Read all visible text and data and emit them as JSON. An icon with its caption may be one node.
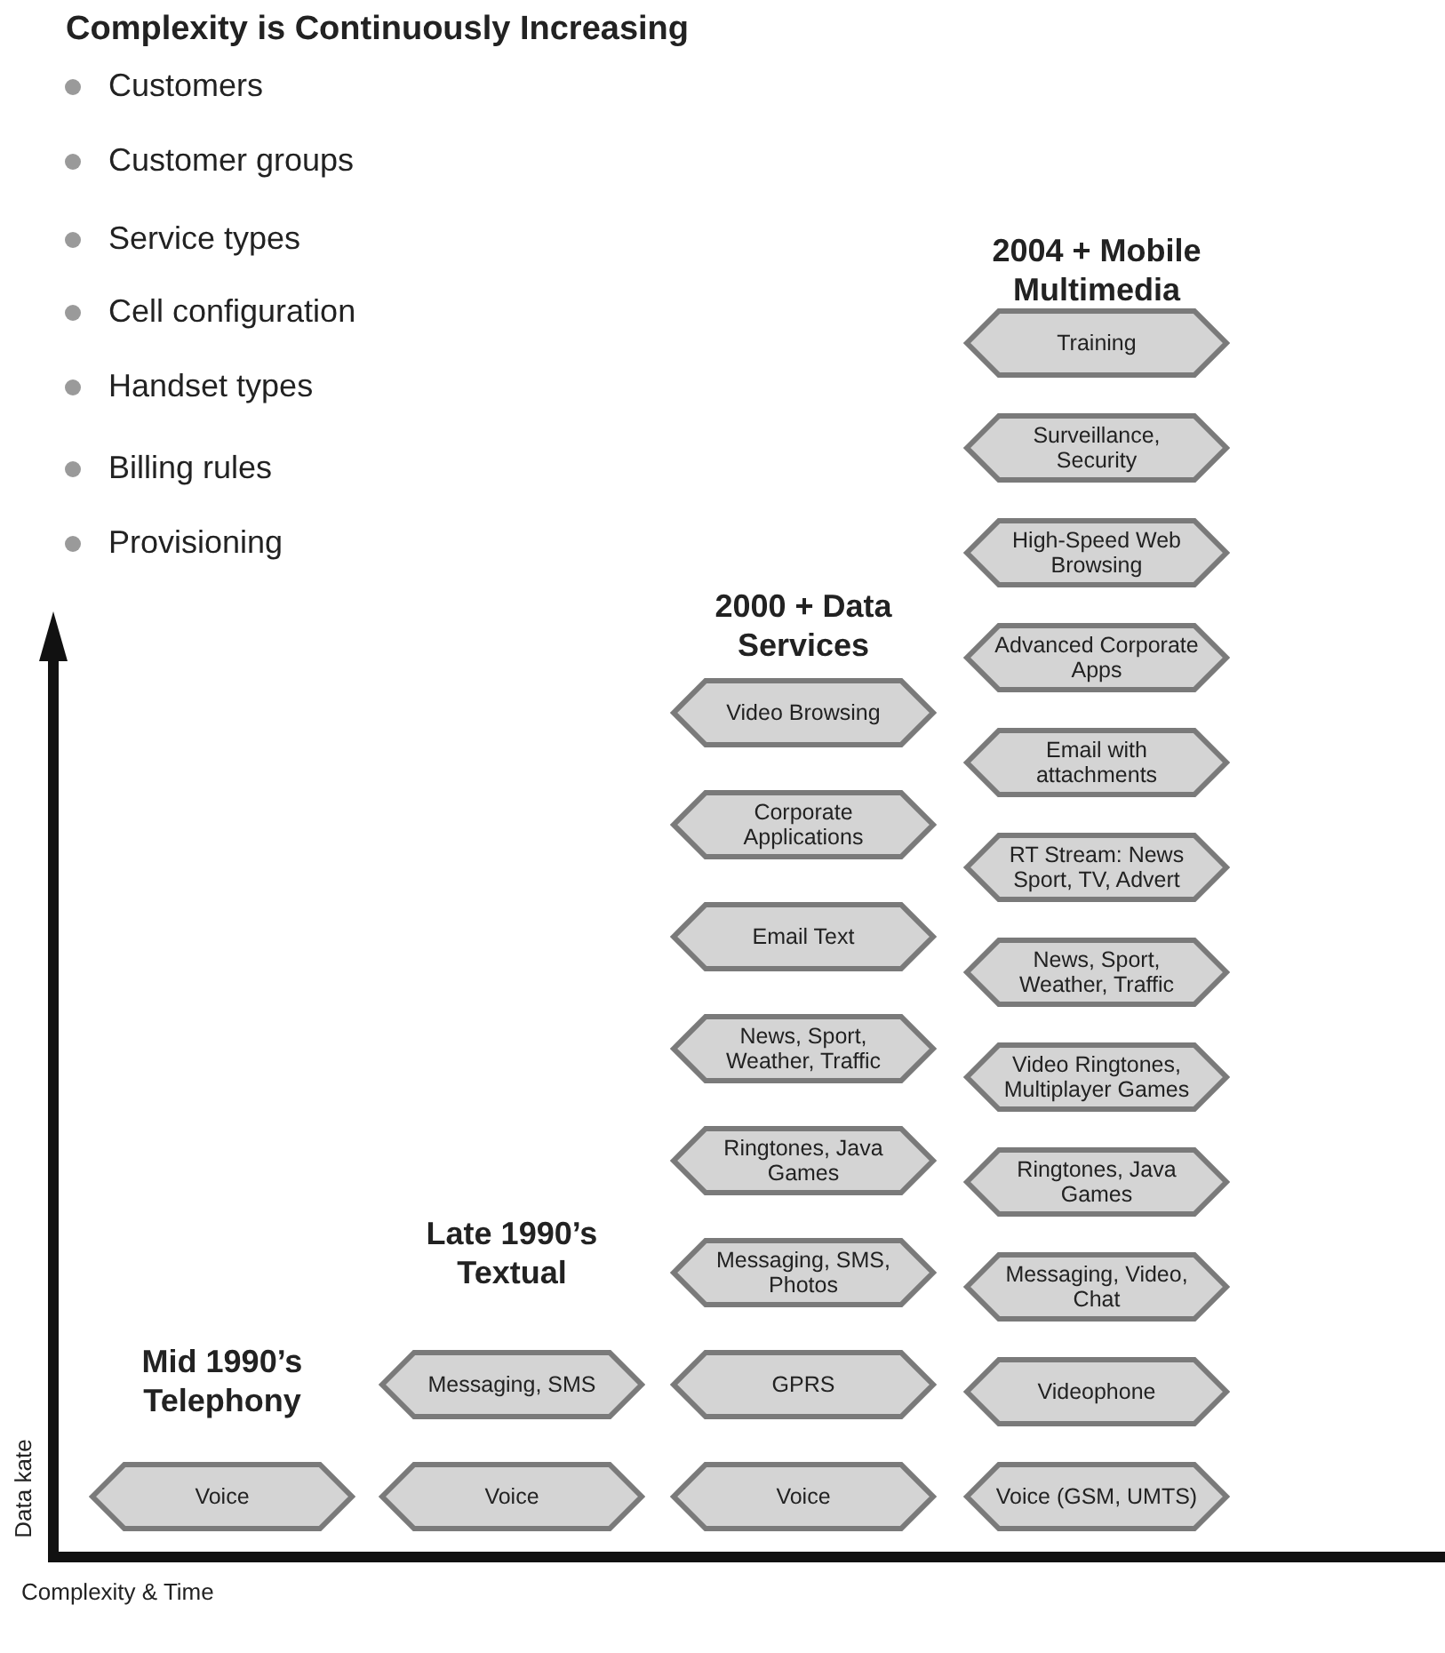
{
  "diagram": {
    "title": "Complexity is Continuously Increasing",
    "nodes": [
      {
        "text": [
          "Voice"
        ]
      },
      {
        "text": [
          "Messaging, SMS"
        ]
      },
      {
        "text": [
          "Voice"
        ]
      },
      {
        "text": [
          "Video Browsing"
        ]
      },
      {
        "text": [
          "Corporate Applications"
        ]
      },
      {
        "text": [
          "Email Text"
        ]
      },
      {
        "text": [
          "News, Sport, Weather, Traffic"
        ]
      },
      {
        "text": [
          "Ringtones, Java Games"
        ]
      },
      {
        "text": [
          "Messaging, SMS, Photos"
        ]
      },
      {
        "text": [
          "GPRS"
        ]
      },
      {
        "text": [
          "Voice"
        ]
      },
      {
        "text": [
          "Training"
        ]
      },
      {
        "text": [
          "Surveillance, Security"
        ]
      },
      {
        "text": [
          "High-Speed Web Browsing"
        ]
      },
      {
        "text": [
          "Advanced Corporate Apps"
        ]
      },
      {
        "text": [
          "Email with attachments"
        ]
      },
      {
        "text": [
          "RT Stream: News Sport, TV, Advert"
        ]
      },
      {
        "text": [
          "News, Sport, Weather, Traffic"
        ]
      },
      {
        "text": [
          "Video Ringtones, Multiplayer Games"
        ]
      },
      {
        "text": [
          "Ringtones, Java Games"
        ]
      },
      {
        "text": [
          "Messaging, Video, Chat"
        ]
      },
      {
        "text": [
          "Videophone"
        ]
      },
      {
        "text": [
          "Voice (GSM, UMTS)"
        ]
      }
    ],
    "labels": [
      "Customers",
      "Customer groups",
      "Service types",
      "Cell configuration",
      "Handset types",
      "Billing rules",
      "Provisioning",
      "2004 + Mobile Multimedia",
      "2000 + Data Services",
      "Late 1990’s Textual",
      "Mid 1990’s Telephony",
      "Data kate",
      "Complexity & Time"
    ]
  }
}
